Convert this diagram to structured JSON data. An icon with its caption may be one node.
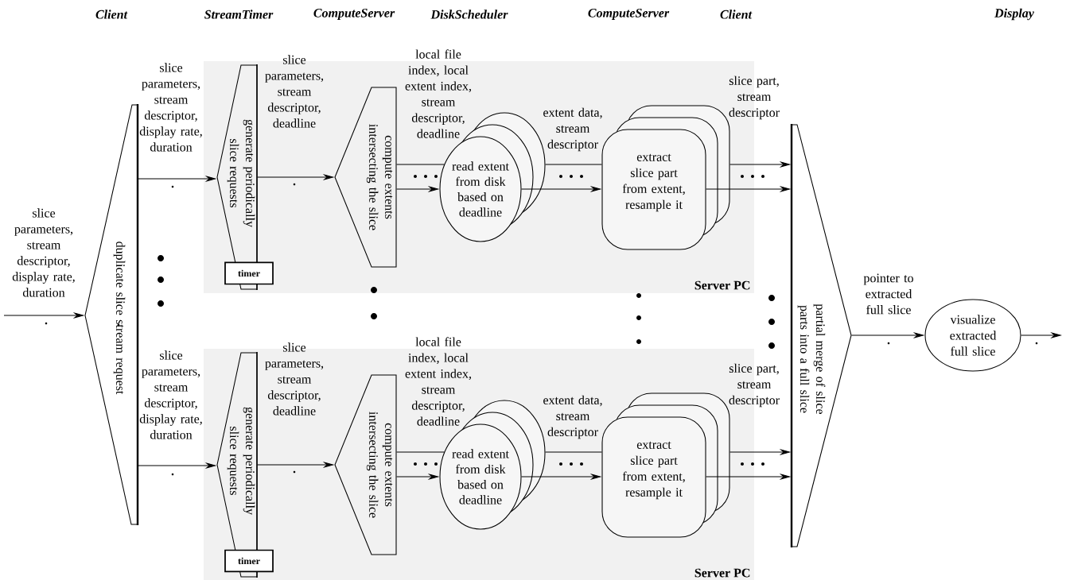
{
  "diagram": {
    "nodes": [
      {
        "text": [
          "duplicate slice stream request"
        ]
      },
      {
        "text": [
          "Server PC"
        ]
      },
      {
        "text": [
          "generate periodically slice requests"
        ],
        "in": 1
      },
      {
        "text": [
          "timer"
        ],
        "in": 1
      },
      {
        "text": [
          "compute extents intersecting the slice"
        ],
        "in": 1
      },
      {
        "text": [
          "read extent from disk based on deadline"
        ],
        "in": 1
      },
      {
        "text": [
          "extract slice part from extent, resample it"
        ],
        "in": 1
      },
      {
        "text": [
          "Server PC"
        ]
      },
      {
        "text": [
          "generate periodically slice requests"
        ],
        "in": 7
      },
      {
        "text": [
          "timer"
        ],
        "in": 7
      },
      {
        "text": [
          "compute extents intersecting the slice"
        ],
        "in": 7
      },
      {
        "text": [
          "read extent from disk based on deadline"
        ],
        "in": 7
      },
      {
        "text": [
          "extract slice part from extent, resample it"
        ],
        "in": 7
      },
      {
        "text": [
          "partial merge of slice parts into a full slice"
        ]
      },
      {
        "text": [
          "visualize extracted full slice"
        ]
      }
    ],
    "edges": [
      {
        "from": null,
        "to": 0,
        "arrow": "to",
        "label": "slice parameters, stream descriptor, display rate, duration"
      },
      {
        "from": 0,
        "to": 2,
        "arrow": "to",
        "label": "slice parameters, stream descriptor, display rate, duration"
      },
      {
        "from": 0,
        "to": 8,
        "arrow": "to",
        "label": "slice parameters, stream descriptor, display rate, duration"
      },
      {
        "from": 2,
        "to": 4,
        "arrow": "to",
        "label": "slice parameters, stream descriptor, deadline"
      },
      {
        "from": 4,
        "to": 5,
        "arrow": "none",
        "label": "local file index, local extent index, stream descriptor, deadline"
      },
      {
        "from": 4,
        "to": 5,
        "arrow": "to"
      },
      {
        "from": 5,
        "to": 6,
        "arrow": "none",
        "label": "extent data, stream descriptor"
      },
      {
        "from": 5,
        "to": 6,
        "arrow": "to"
      },
      {
        "from": 6,
        "to": 13,
        "arrow": "to",
        "label": "slice part, stream descriptor"
      },
      {
        "from": 6,
        "to": 13,
        "arrow": "to"
      },
      {
        "from": 8,
        "to": 10,
        "arrow": "to",
        "label": "slice parameters, stream descriptor, deadline"
      },
      {
        "from": 10,
        "to": 11,
        "arrow": "none",
        "label": "local file index, local extent index, stream descriptor, deadline"
      },
      {
        "from": 10,
        "to": 11,
        "arrow": "to"
      },
      {
        "from": 11,
        "to": 12,
        "arrow": "none",
        "label": "extent data, stream descriptor"
      },
      {
        "from": 11,
        "to": 12,
        "arrow": "to"
      },
      {
        "from": 12,
        "to": 13,
        "arrow": "to",
        "label": "slice part, stream descriptor"
      },
      {
        "from": 12,
        "to": 13,
        "arrow": "to"
      },
      {
        "from": 13,
        "to": 14,
        "arrow": "to",
        "label": "pointer to extracted full slice"
      },
      {
        "from": 14,
        "to": null,
        "arrow": "to"
      }
    ],
    "labels": [
      "Client",
      "StreamTimer",
      "ComputeServer",
      "DiskScheduler",
      "ComputeServer",
      "Client",
      "Display"
    ]
  }
}
